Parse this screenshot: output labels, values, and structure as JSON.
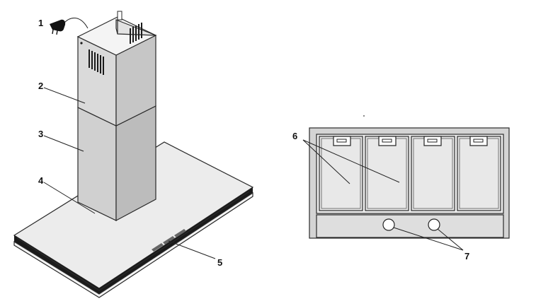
{
  "figure": {
    "callouts": [
      {
        "id": "1",
        "label": "1"
      },
      {
        "id": "2",
        "label": "2"
      },
      {
        "id": "3",
        "label": "3"
      },
      {
        "id": "4",
        "label": "4"
      },
      {
        "id": "5",
        "label": "5"
      },
      {
        "id": "6",
        "label": "6"
      },
      {
        "id": "7",
        "label": "7"
      }
    ]
  },
  "colors": {
    "line": "#2a2a2a",
    "steel_light": "#e6e6e6",
    "steel_mid": "#cfcfcf",
    "steel_dark": "#b9b9b9",
    "trim": "#111111",
    "filter_panel": "#e8e8e8",
    "underside": "#d4d4d4"
  }
}
